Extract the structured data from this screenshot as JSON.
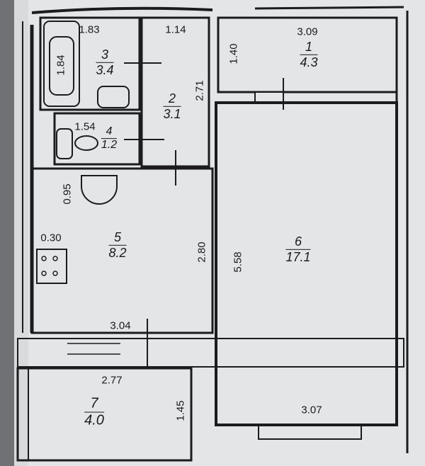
{
  "rooms": [
    {
      "number": "1",
      "area": "4.3"
    },
    {
      "number": "2",
      "area": "3.1"
    },
    {
      "number": "3",
      "area": "3.4"
    },
    {
      "number": "4",
      "area": "1.2"
    },
    {
      "number": "5",
      "area": "8.2"
    },
    {
      "number": "6",
      "area": "17.1"
    },
    {
      "number": "7",
      "area": "4.0"
    }
  ],
  "dimensions": {
    "bath_width": "1.83",
    "bathtub_length": "1.84",
    "hall_width": "1.14",
    "hall_length": "2.71",
    "wc_width": "1.54",
    "room1_width": "3.09",
    "room1_depth": "1.40",
    "kitchen_sink_offset": "0.95",
    "kitchen_stove_offset": "0.30",
    "kitchen_depth": "2.80",
    "kitchen_width": "3.04",
    "room6_depth": "5.58",
    "room6_width": "3.07",
    "balcony_width": "2.77",
    "balcony_depth": "1.45"
  }
}
